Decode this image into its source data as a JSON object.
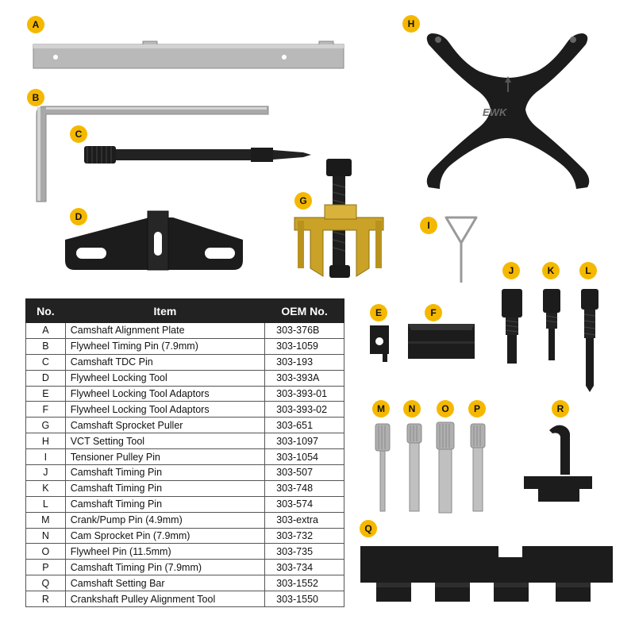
{
  "brand": "EWK",
  "colors": {
    "badge": "#f5b800",
    "tool_black": "#1c1c1c",
    "tool_silver": "#b8b8b8",
    "tool_gold": "#c9a227"
  },
  "badges": [
    "A",
    "B",
    "C",
    "D",
    "E",
    "F",
    "G",
    "H",
    "I",
    "J",
    "K",
    "L",
    "M",
    "N",
    "O",
    "P",
    "Q",
    "R"
  ],
  "table": {
    "headers": {
      "no": "No.",
      "item": "Item",
      "oem": "OEM No."
    },
    "rows": [
      {
        "no": "A",
        "item": "Camshaft Alignment Plate",
        "oem": "303-376B"
      },
      {
        "no": "B",
        "item": "Flywheel Timing Pin (7.9mm)",
        "oem": "303-1059"
      },
      {
        "no": "C",
        "item": "Camshaft TDC Pin",
        "oem": "303-193"
      },
      {
        "no": "D",
        "item": "Flywheel Locking Tool",
        "oem": "303-393A"
      },
      {
        "no": "E",
        "item": "Flywheel Locking Tool Adaptors",
        "oem": "303-393-01"
      },
      {
        "no": "F",
        "item": "Flywheel Locking Tool Adaptors",
        "oem": "303-393-02"
      },
      {
        "no": "G",
        "item": "Camshaft Sprocket Puller",
        "oem": "303-651"
      },
      {
        "no": "H",
        "item": "VCT Setting Tool",
        "oem": "303-1097"
      },
      {
        "no": "I",
        "item": "Tensioner Pulley Pin",
        "oem": "303-1054"
      },
      {
        "no": "J",
        "item": "Camshaft Timing Pin",
        "oem": "303-507"
      },
      {
        "no": "K",
        "item": "Camshaft Timing Pin",
        "oem": "303-748"
      },
      {
        "no": "L",
        "item": "Camshaft Timing Pin",
        "oem": "303-574"
      },
      {
        "no": "M",
        "item": "Crank/Pump Pin (4.9mm)",
        "oem": "303-extra"
      },
      {
        "no": "N",
        "item": "Cam Sprocket Pin (7.9mm)",
        "oem": "303-732"
      },
      {
        "no": "O",
        "item": "Flywheel Pin (11.5mm)",
        "oem": "303-735"
      },
      {
        "no": "P",
        "item": "Camshaft Timing Pin (7.9mm)",
        "oem": "303-734"
      },
      {
        "no": "Q",
        "item": "Camshaft Setting Bar",
        "oem": "303-1552"
      },
      {
        "no": "R",
        "item": "Crankshaft Pulley Alignment Tool",
        "oem": "303-1550"
      }
    ]
  }
}
